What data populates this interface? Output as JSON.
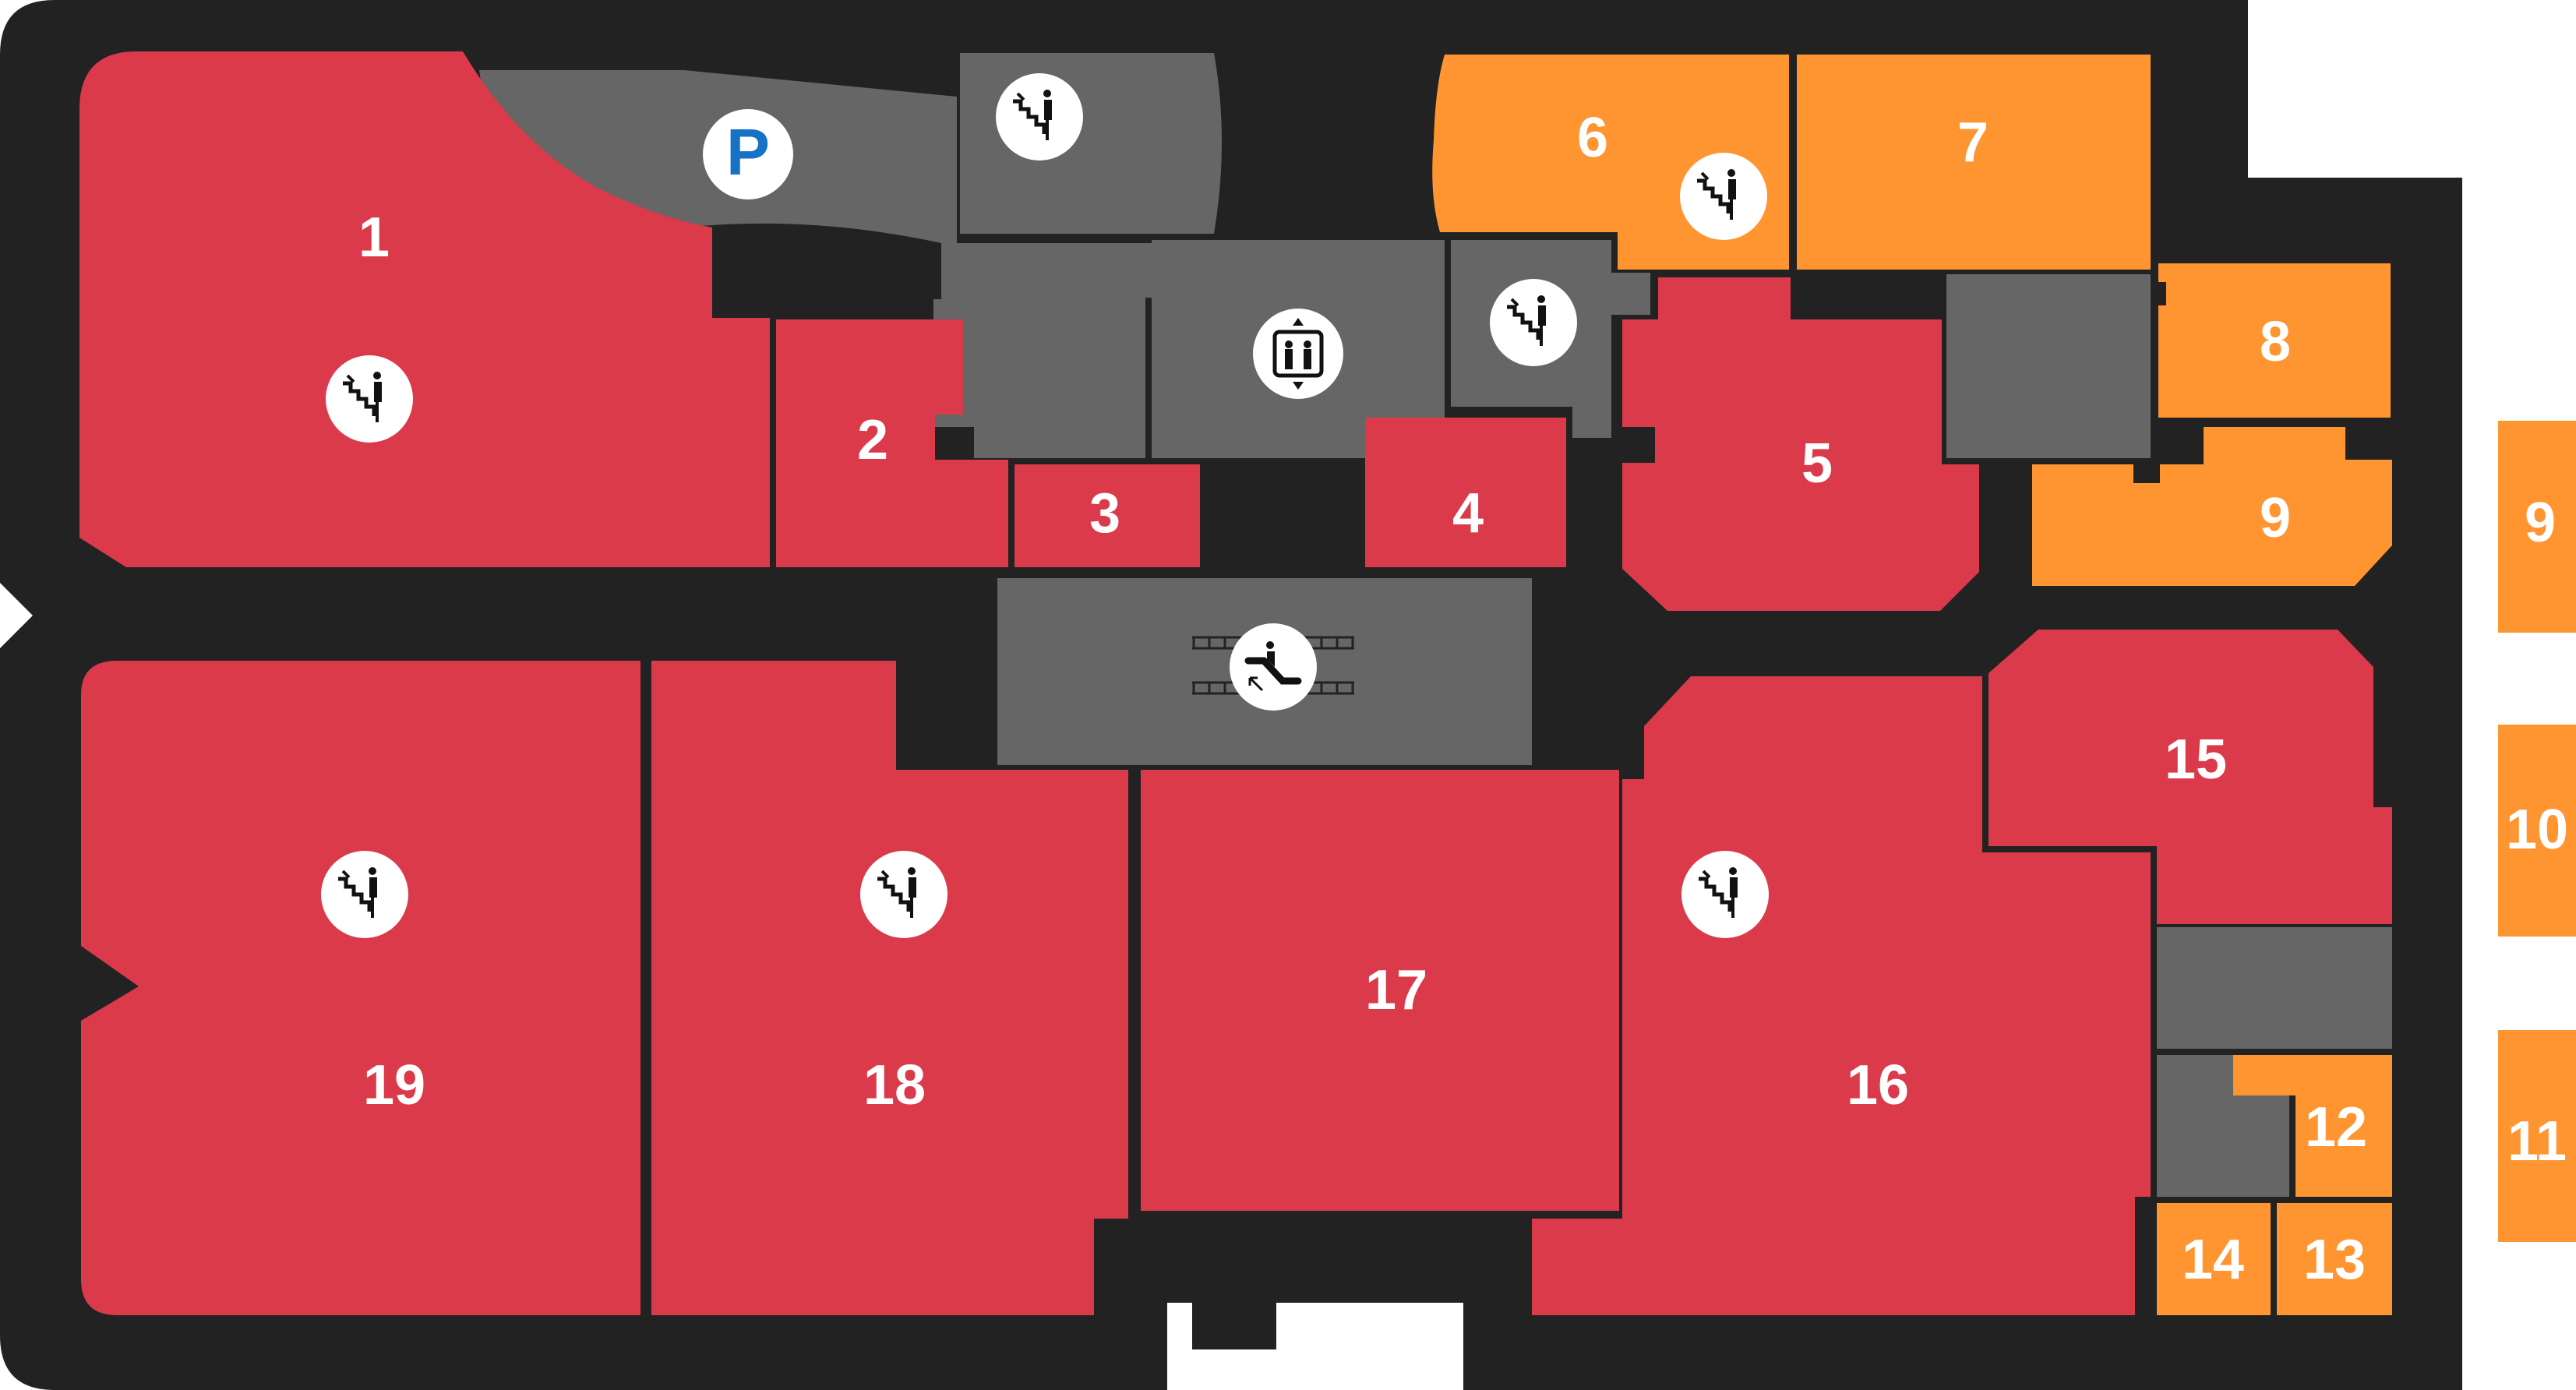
{
  "colors": {
    "wall": "#222222",
    "corridor": "#666666",
    "store_red": "#db3a4b",
    "store_orange": "#ff9530",
    "icon_blue": "#1572c4",
    "icon_black": "#111111",
    "background": "#ffffff"
  },
  "units": {
    "u1": {
      "label": "1",
      "category": "red"
    },
    "u2": {
      "label": "2",
      "category": "red"
    },
    "u3": {
      "label": "3",
      "category": "red"
    },
    "u4": {
      "label": "4",
      "category": "red"
    },
    "u5": {
      "label": "5",
      "category": "red"
    },
    "u6": {
      "label": "6",
      "category": "orange"
    },
    "u7": {
      "label": "7",
      "category": "orange"
    },
    "u8": {
      "label": "8",
      "category": "orange"
    },
    "u9": {
      "label": "9",
      "category": "orange"
    },
    "u9o": {
      "label": "9",
      "category": "orange"
    },
    "u10": {
      "label": "10",
      "category": "orange"
    },
    "u11": {
      "label": "11",
      "category": "orange"
    },
    "u12": {
      "label": "12",
      "category": "orange"
    },
    "u13": {
      "label": "13",
      "category": "orange"
    },
    "u14": {
      "label": "14",
      "category": "orange"
    },
    "u15": {
      "label": "15",
      "category": "red"
    },
    "u16": {
      "label": "16",
      "category": "red"
    },
    "u17": {
      "label": "17",
      "category": "red"
    },
    "u18": {
      "label": "18",
      "category": "red"
    },
    "u19": {
      "label": "19",
      "category": "red"
    }
  },
  "icons": {
    "parking": {
      "glyph": "P",
      "name": "parking-icon"
    },
    "stairs": {
      "name": "stairs-icon"
    },
    "elevator": {
      "name": "elevator-icon"
    },
    "escalator": {
      "name": "escalator-icon"
    }
  }
}
